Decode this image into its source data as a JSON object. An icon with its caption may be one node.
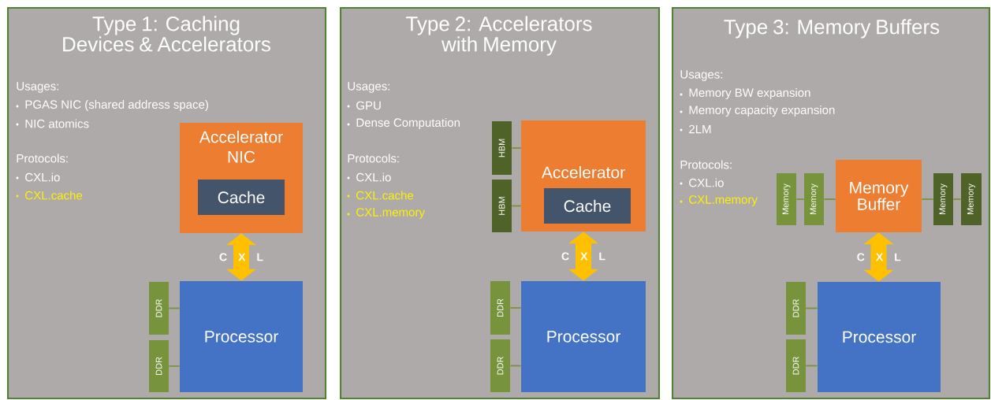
{
  "diagram": {
    "nodes": [
      {
        "text": [
          "Type 1: Caching Devices & Accelerators",
          "Usages:",
          "PGAS NIC (shared address space)",
          "NIC atomics",
          "Protocols:",
          "CXL.io",
          "CXL.cache"
        ]
      },
      {
        "text": [
          "Accelerator NIC"
        ],
        "in": 0
      },
      {
        "text": [
          "Cache"
        ],
        "in": 1
      },
      {
        "text": [
          "DDR"
        ],
        "in": 0
      },
      {
        "text": [
          "DDR"
        ],
        "in": 0
      },
      {
        "text": [
          "Processor"
        ],
        "in": 0
      },
      {
        "text": [
          "Type 2: Accelerators with Memory",
          "Usages:",
          "GPU",
          "Dense Computation",
          "Protocols:",
          "CXL.io",
          "CXL.cache",
          "CXL.memory"
        ]
      },
      {
        "text": [
          "HBM"
        ],
        "in": 6
      },
      {
        "text": [
          "HBM"
        ],
        "in": 6
      },
      {
        "text": [
          "Accelerator"
        ],
        "in": 6
      },
      {
        "text": [
          "Cache"
        ],
        "in": 9
      },
      {
        "text": [
          "DDR"
        ],
        "in": 6
      },
      {
        "text": [
          "DDR"
        ],
        "in": 6
      },
      {
        "text": [
          "Processor"
        ],
        "in": 6
      },
      {
        "text": [
          "Type 3: Memory Buffers",
          "Usages:",
          "Memory BW expansion",
          "Memory capacity expansion",
          "2LM",
          "Protocols:",
          "CXL.io",
          "CXL.memory"
        ]
      },
      {
        "text": [
          "Memory"
        ],
        "in": 14
      },
      {
        "text": [
          "Memory"
        ],
        "in": 14
      },
      {
        "text": [
          "Memory Buffer"
        ],
        "in": 14
      },
      {
        "text": [
          "Memory"
        ],
        "in": 14
      },
      {
        "text": [
          "Memory"
        ],
        "in": 14
      },
      {
        "text": [
          "DDR"
        ],
        "in": 14
      },
      {
        "text": [
          "DDR"
        ],
        "in": 14
      },
      {
        "text": [
          "Processor"
        ],
        "in": 14
      }
    ],
    "edges": [
      {
        "from": 1,
        "to": 5,
        "arrow": "both",
        "label": "C X L",
        "style": "thick",
        "color": "#ffc000"
      },
      {
        "from": 3,
        "to": 5,
        "arrow": "none"
      },
      {
        "from": 4,
        "to": 5,
        "arrow": "none"
      },
      {
        "from": 7,
        "to": 9,
        "arrow": "none"
      },
      {
        "from": 8,
        "to": 9,
        "arrow": "none"
      },
      {
        "from": 9,
        "to": 13,
        "arrow": "both",
        "label": "C X L",
        "style": "thick",
        "color": "#ffc000"
      },
      {
        "from": 11,
        "to": 13,
        "arrow": "none"
      },
      {
        "from": 12,
        "to": 13,
        "arrow": "none"
      },
      {
        "from": 15,
        "to": 16,
        "arrow": "none"
      },
      {
        "from": 16,
        "to": 17,
        "arrow": "none"
      },
      {
        "from": 17,
        "to": 18,
        "arrow": "none"
      },
      {
        "from": 18,
        "to": 19,
        "arrow": "none"
      },
      {
        "from": 17,
        "to": 22,
        "arrow": "both",
        "label": "C X L",
        "style": "thick",
        "color": "#ffc000"
      },
      {
        "from": 20,
        "to": 22,
        "arrow": "none"
      },
      {
        "from": 21,
        "to": 22,
        "arrow": "none"
      }
    ]
  }
}
